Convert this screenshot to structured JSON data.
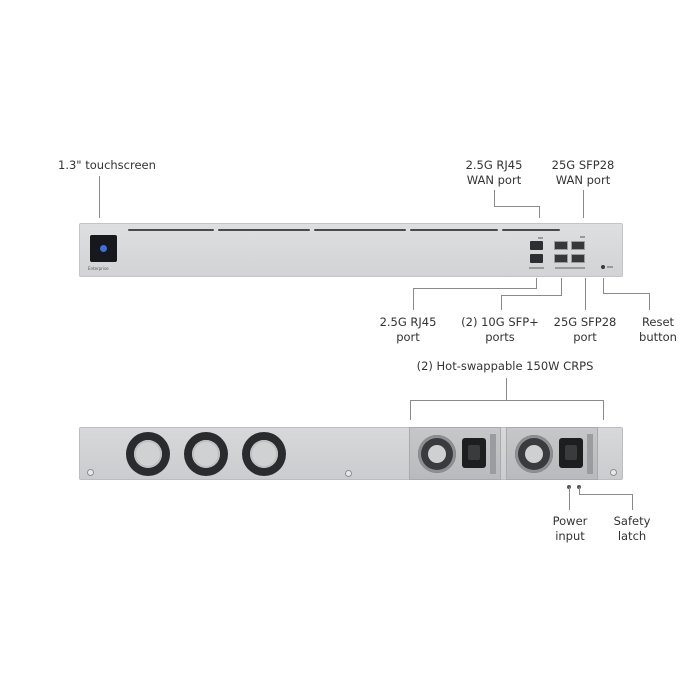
{
  "callouts": {
    "touchscreen": "1.3\" touchscreen",
    "wan_rj45_line1": "2.5G RJ45",
    "wan_rj45_line2": "WAN port",
    "wan_sfp28_line1": "25G SFP28",
    "wan_sfp28_line2": "WAN port",
    "rj45_port_line1": "2.5G RJ45",
    "rj45_port_line2": "port",
    "sfp_plus_line1": "(2) 10G SFP+",
    "sfp_plus_line2": "ports",
    "sfp28_port_line1": "25G SFP28",
    "sfp28_port_line2": "port",
    "reset_line1": "Reset",
    "reset_line2": "button",
    "psu": "(2) Hot-swappable 150W CRPS",
    "power_line1": "Power",
    "power_line2": "input",
    "latch_line1": "Safety",
    "latch_line2": "latch"
  },
  "device": {
    "front_model_text": "Enterprise"
  }
}
